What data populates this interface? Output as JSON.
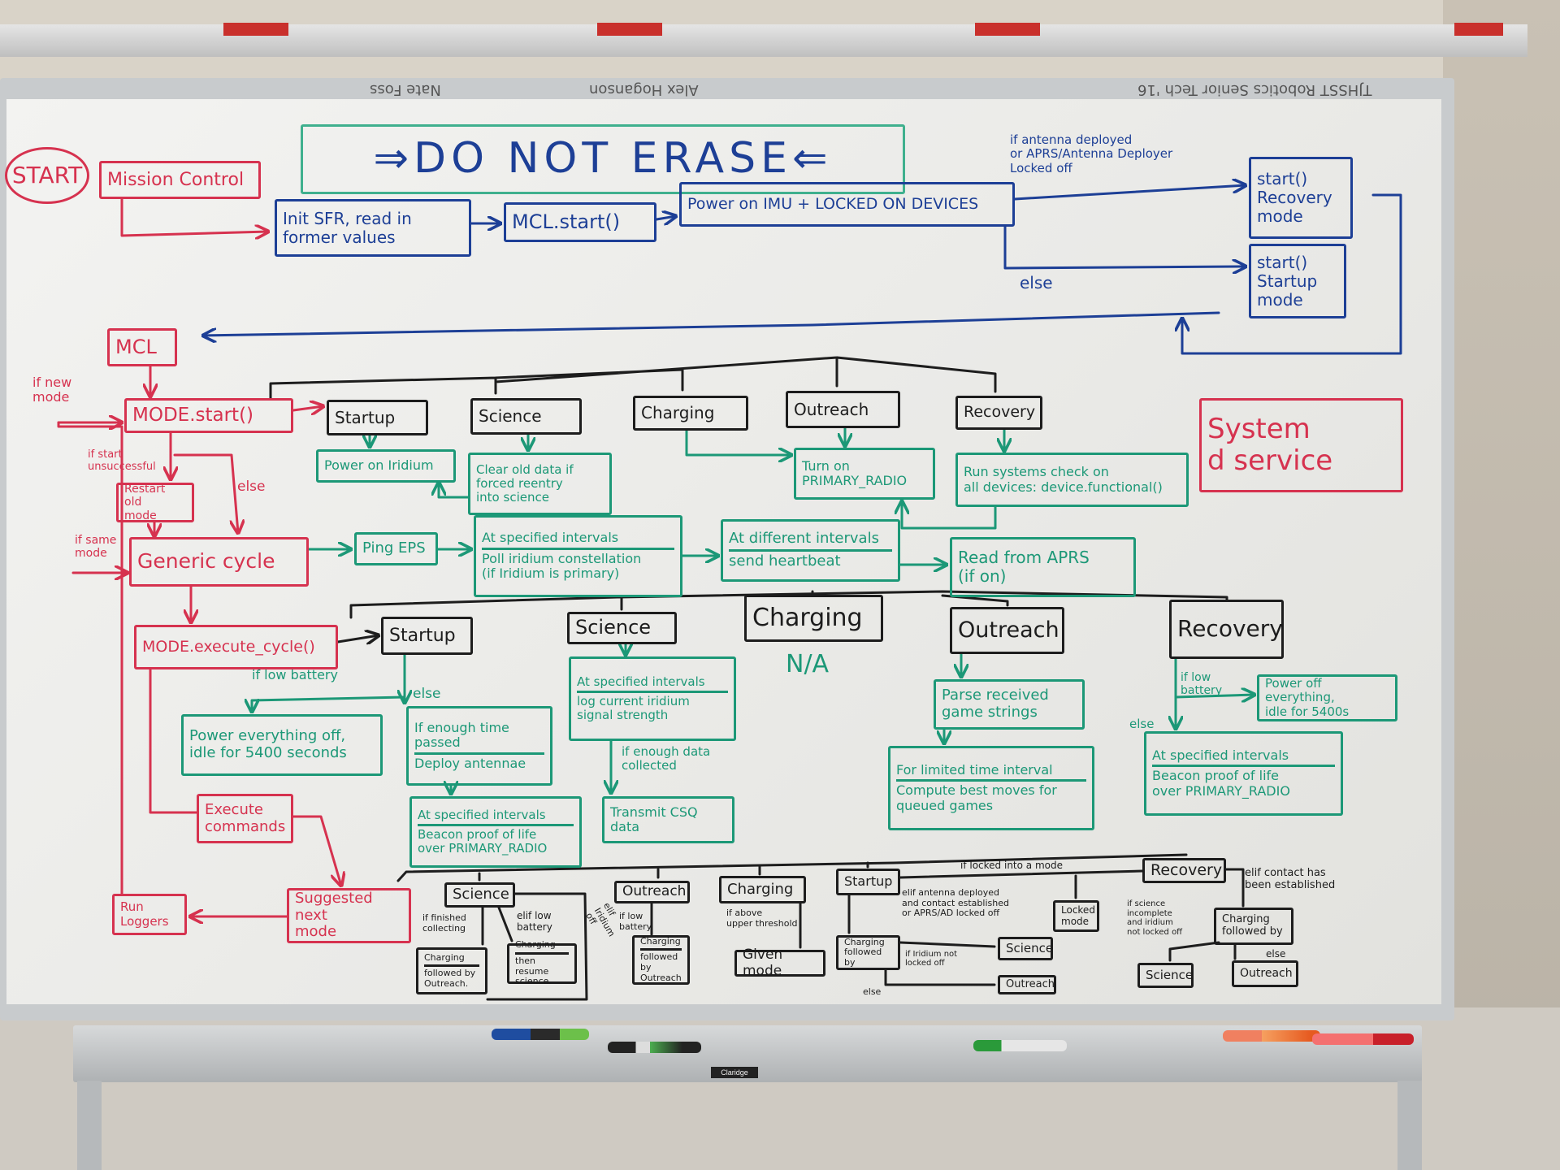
{
  "colors": {
    "red": "#d6324f",
    "blue": "#1d3f96",
    "green": "#1c9877",
    "black": "#1d1d1d",
    "board": "#f0f0ee"
  },
  "signatures": [
    "Nate Foss",
    "Alex Hoganson",
    "TJHSST Robotics Senior Tech '16"
  ],
  "tray_brand": "Claridge",
  "nodes": {
    "start": {
      "text": "START",
      "color": "red"
    },
    "mission_control": {
      "text": "Mission Control",
      "color": "red"
    },
    "do_not_erase": {
      "text": "DO NOT ERASE",
      "color": "blue",
      "left_icon": "double-arrow-right",
      "right_icon": "double-arrow-left"
    },
    "init_sfr": {
      "text": "Init SFR, read in\nformer values",
      "color": "blue"
    },
    "mcl_start": {
      "text": "MCL.start()",
      "color": "blue"
    },
    "power_imu": {
      "text": "Power on IMU + LOCKED ON DEVICES",
      "color": "blue"
    },
    "cond_antenna": {
      "text": "if antenna deployed\nor APRS/Antenna Deployer\nLocked off",
      "color": "blue"
    },
    "start_recovery": {
      "text": "start()\nRecovery\nmode",
      "color": "blue"
    },
    "start_startup": {
      "text": "start()\nStartup\nmode",
      "color": "blue"
    },
    "else_blue": {
      "text": "else",
      "color": "blue"
    },
    "mcl": {
      "text": "MCL",
      "color": "red"
    },
    "if_new_mode": {
      "text": "if new\nmode",
      "color": "red"
    },
    "mode_start": {
      "text": "MODE.start()",
      "color": "red"
    },
    "startup1": {
      "text": "Startup",
      "color": "black"
    },
    "science1": {
      "text": "Science",
      "color": "black"
    },
    "charging1": {
      "text": "Charging",
      "color": "black"
    },
    "outreach1": {
      "text": "Outreach",
      "color": "black"
    },
    "recovery1": {
      "text": "Recovery",
      "color": "black"
    },
    "power_iridium": {
      "text": "Power on Iridium",
      "color": "green"
    },
    "clear_old": {
      "text": "Clear old data if\nforced reentry\ninto science",
      "color": "green"
    },
    "turn_on_radio": {
      "text": "Turn on\nPRIMARY_RADIO",
      "color": "green"
    },
    "run_syscheck": {
      "text": "Run systems check on\nall devices: device.functional()",
      "color": "green"
    },
    "system_service": {
      "text": "System\nd service",
      "color": "red"
    },
    "if_start_unsuccessful": {
      "text": "if start\nunsuccessful",
      "color": "red"
    },
    "restart_old": {
      "text": "Restart old\nmode",
      "color": "red"
    },
    "else_red": {
      "text": "else",
      "color": "red"
    },
    "if_same_mode": {
      "text": "if same\nmode",
      "color": "red"
    },
    "generic_cycle": {
      "text": "Generic cycle",
      "color": "red"
    },
    "ping_eps": {
      "text": "Ping EPS",
      "color": "green"
    },
    "poll_iridium": {
      "header": "At specified intervals",
      "body": "Poll iridium constellation\n(if Iridium is primary)",
      "color": "green"
    },
    "heartbeat": {
      "header": "At different intervals",
      "body": "send heartbeat",
      "color": "green"
    },
    "read_aprs": {
      "text": "Read from APRS\n(if on)",
      "color": "green"
    },
    "execute_cycle": {
      "text": "MODE.execute_cycle()",
      "color": "red"
    },
    "startup2": {
      "text": "Startup",
      "color": "black"
    },
    "science2": {
      "text": "Science",
      "color": "black"
    },
    "charging2": {
      "text": "Charging",
      "color": "black"
    },
    "na": {
      "text": "N/A",
      "color": "green"
    },
    "outreach2": {
      "text": "Outreach",
      "color": "black"
    },
    "recovery2": {
      "text": "Recovery",
      "color": "black"
    },
    "if_low_battery_g": {
      "text": "if low battery",
      "color": "green"
    },
    "power_off_5400": {
      "text": "Power everything off,\nidle for 5400 seconds",
      "color": "green"
    },
    "else_g": {
      "text": "else",
      "color": "green"
    },
    "enough_time": {
      "header": "If enough time\npassed",
      "body": "Deploy antennae",
      "color": "green"
    },
    "beacon_startup": {
      "header": "At specified intervals",
      "body": "Beacon proof of life\nover PRIMARY_RADIO",
      "color": "green"
    },
    "science_log": {
      "header": "At specified intervals",
      "body": "log current iridium\nsignal strength",
      "color": "green"
    },
    "if_enough_data": {
      "text": "if enough data\ncollected",
      "color": "green"
    },
    "transmit_csq": {
      "text": "Transmit CSQ\ndata",
      "color": "green"
    },
    "parse_game": {
      "text": "Parse received\ngame strings",
      "color": "green"
    },
    "compute_moves": {
      "header": "For limited time interval",
      "body": "Compute best moves for\nqueued games",
      "color": "green"
    },
    "if_low_battery_r": {
      "text": "if low\nbattery",
      "color": "green"
    },
    "power_off_recovery": {
      "text": "Power off everything,\nidle for 5400s",
      "color": "green"
    },
    "else_r": {
      "text": "else",
      "color": "green"
    },
    "beacon_recovery": {
      "header": "At specified intervals",
      "body": "Beacon proof of life\nover PRIMARY_RADIO",
      "color": "green"
    },
    "execute_commands": {
      "text": "Execute\ncommands",
      "color": "red"
    },
    "suggested": {
      "text": "Suggested next\nmode",
      "color": "red"
    },
    "run_loggers": {
      "text": "Run\nLoggers",
      "color": "red"
    },
    "b_science": {
      "text": "Science",
      "color": "black"
    },
    "if_finished": {
      "text": "if finished\ncollecting",
      "color": "black"
    },
    "elif_low_battery": {
      "text": "elif low\nbattery",
      "color": "black"
    },
    "b_ch_out": {
      "header": "Charging",
      "body": "followed by\nOutreach.",
      "color": "black"
    },
    "b_ch_resume": {
      "header": "Charging",
      "body": "then resume\nscience.",
      "color": "black"
    },
    "elif_iridium_off": {
      "text": "elif\nIridium\noff",
      "color": "black"
    },
    "b_outreach": {
      "text": "Outreach",
      "color": "black"
    },
    "if_low_batt_b": {
      "text": "if low\nbattery",
      "color": "black"
    },
    "b_ch_out2": {
      "header": "Charging",
      "body": "followed by\nOutreach",
      "color": "black"
    },
    "b_charging": {
      "text": "Charging",
      "color": "black"
    },
    "if_above": {
      "text": "if above\nupper threshold",
      "color": "black"
    },
    "given_mode": {
      "text": "Given mode",
      "color": "black"
    },
    "b_startup": {
      "text": "Startup",
      "color": "black"
    },
    "elif_antenna": {
      "text": "elif antenna deployed\nand contact established\nor APRS/AD locked off",
      "color": "black"
    },
    "b_ch_follow": {
      "text": "Charging\nfollowed by",
      "color": "black"
    },
    "if_iridium_not": {
      "text": "if Iridium not\nlocked off",
      "color": "black"
    },
    "b_science2": {
      "text": "Science",
      "color": "black"
    },
    "b_outreach2": {
      "text": "Outreach",
      "color": "black"
    },
    "else_b": {
      "text": "else",
      "color": "black"
    },
    "if_locked": {
      "text": "if locked into a mode",
      "color": "black"
    },
    "locked_mode": {
      "text": "Locked\nmode",
      "color": "black"
    },
    "b_recovery": {
      "text": "Recovery",
      "color": "black"
    },
    "elif_contact": {
      "text": "elif contact has\nbeen established",
      "color": "black"
    },
    "if_sci_incomplete": {
      "text": "if science\nincomplete\nand iridium\nnot locked off",
      "color": "black"
    },
    "b_ch_follow2": {
      "text": "Charging\nfollowed by",
      "color": "black"
    },
    "b_science3": {
      "text": "Science",
      "color": "black"
    },
    "b_outreach3": {
      "text": "Outreach",
      "color": "black"
    },
    "else_b2": {
      "text": "else",
      "color": "black"
    }
  }
}
